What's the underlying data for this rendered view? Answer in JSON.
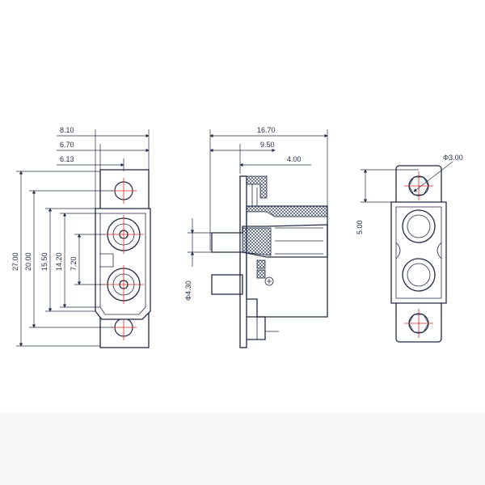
{
  "colors": {
    "line": "#1f2a44",
    "center_line": "#d9261c",
    "background": "#ffffff"
  },
  "front_view": {
    "dims": {
      "w_810": "8.10",
      "w_670": "6.70",
      "w_613": "6.13",
      "h_2700": "27.00",
      "h_2000": "20.00",
      "h_1550": "15.50",
      "h_1420": "14.20",
      "h_720": "7.20"
    }
  },
  "side_view": {
    "dims": {
      "w_1670": "16.70",
      "w_950": "9.50",
      "w_400": "4.00",
      "dia_430": "Φ4.30"
    }
  },
  "rear_view": {
    "dims": {
      "dia_300": "Φ3.00",
      "h_500": "5.00"
    }
  }
}
